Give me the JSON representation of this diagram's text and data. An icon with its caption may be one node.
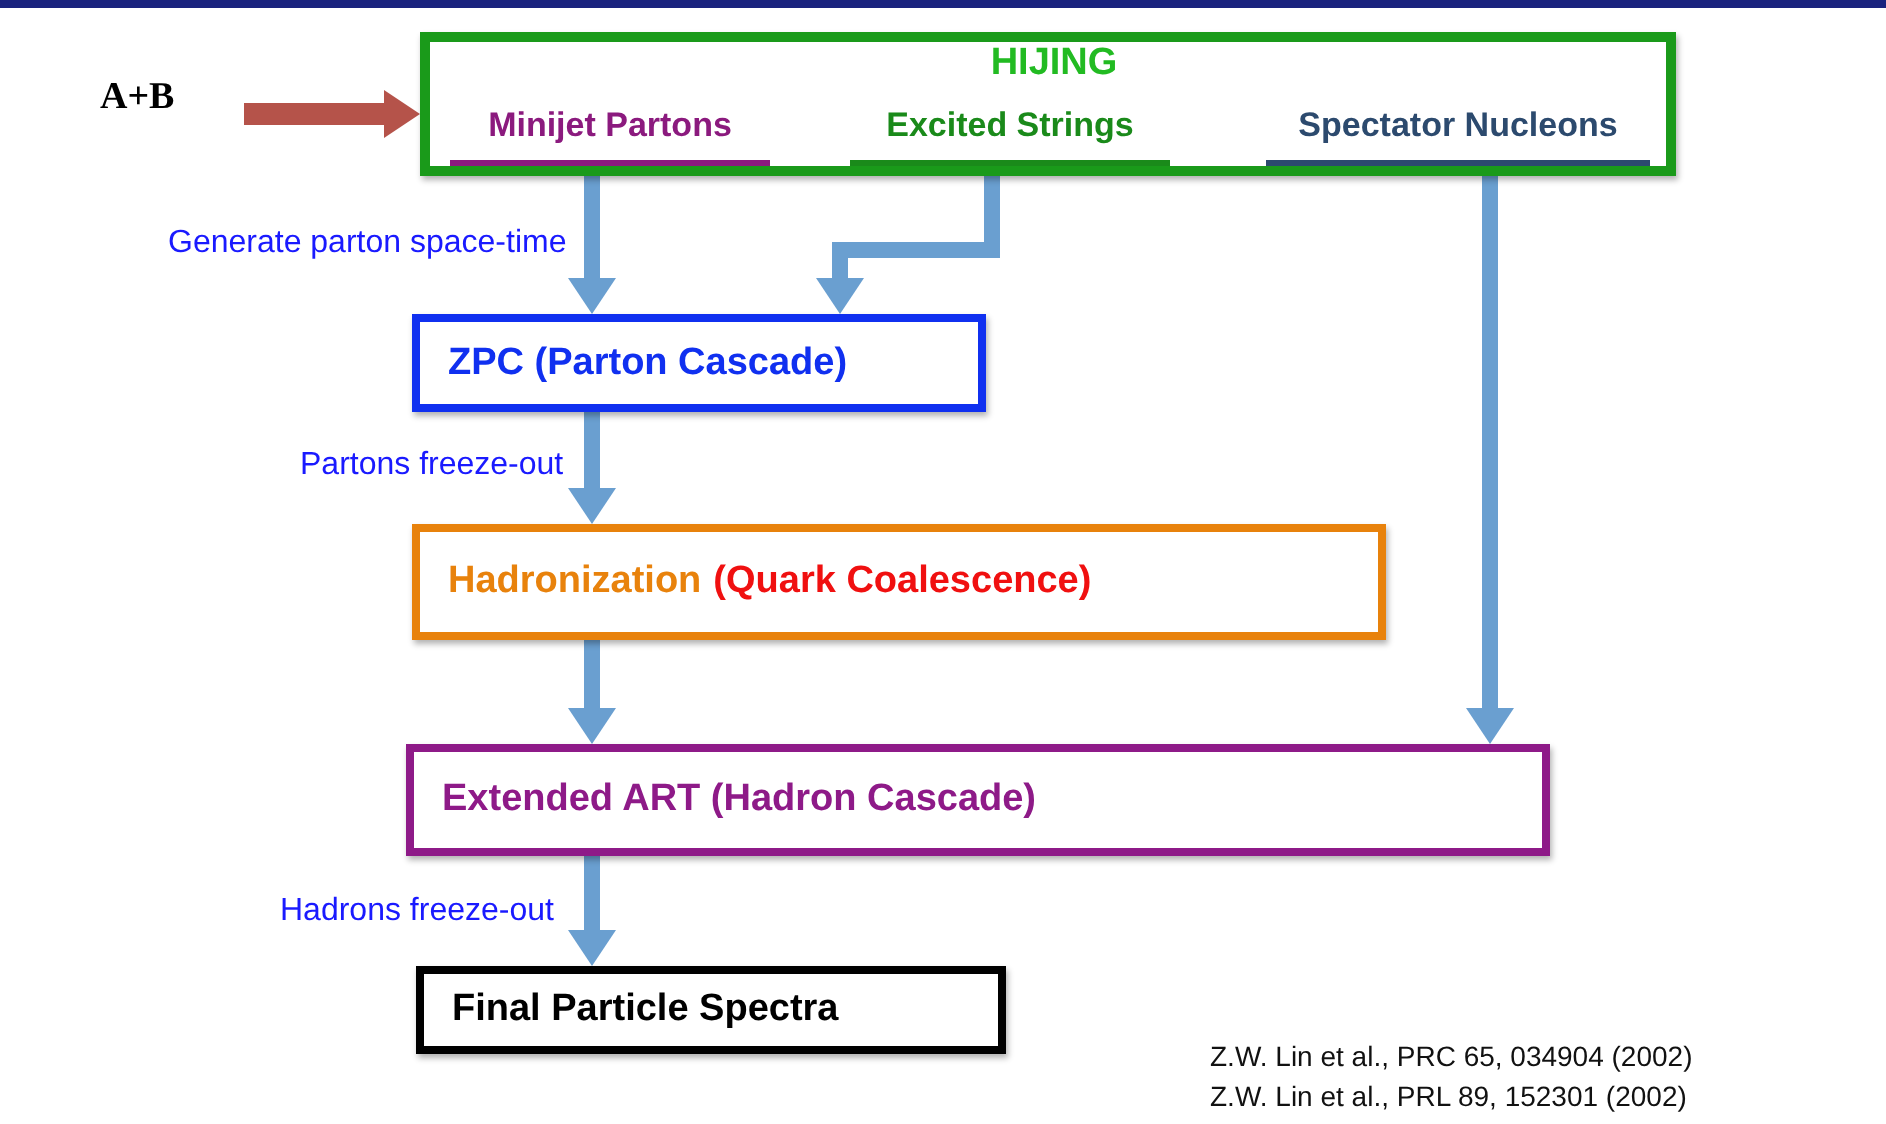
{
  "diagram": {
    "nodes": [
      {
        "text": [
          "A+B"
        ]
      },
      {
        "text": [
          "HIJING"
        ]
      },
      {
        "text": [
          "Minijet Partons"
        ],
        "in": 1
      },
      {
        "text": [
          "Excited Strings"
        ],
        "in": 1
      },
      {
        "text": [
          "Spectator Nucleons"
        ],
        "in": 1
      },
      {
        "text": [
          "ZPC (Parton Cascade)"
        ]
      },
      {
        "text": [
          "Hadronization",
          "(Quark Coalescence)"
        ]
      },
      {
        "text": [
          "Extended ART (Hadron Cascade)"
        ]
      },
      {
        "text": [
          "Final Particle Spectra"
        ]
      }
    ],
    "edges": [
      {
        "from": 0,
        "to": 1,
        "arrow": "to",
        "color": "#b5534a"
      },
      {
        "from": 2,
        "to": 5,
        "arrow": "to",
        "label": "Generate parton space-time"
      },
      {
        "from": 3,
        "to": 5,
        "arrow": "to"
      },
      {
        "from": 5,
        "to": 6,
        "arrow": "to",
        "label": "Partons freeze-out"
      },
      {
        "from": 6,
        "to": 7,
        "arrow": "to"
      },
      {
        "from": 4,
        "to": 7,
        "arrow": "to"
      },
      {
        "from": 7,
        "to": 8,
        "arrow": "to",
        "label": "Hadrons freeze-out"
      }
    ],
    "labels": [
      "Z.W. Lin et al., PRC 65, 034904 (2002)",
      "Z.W. Lin et al., PRL 89, 152301 (2002)"
    ]
  }
}
